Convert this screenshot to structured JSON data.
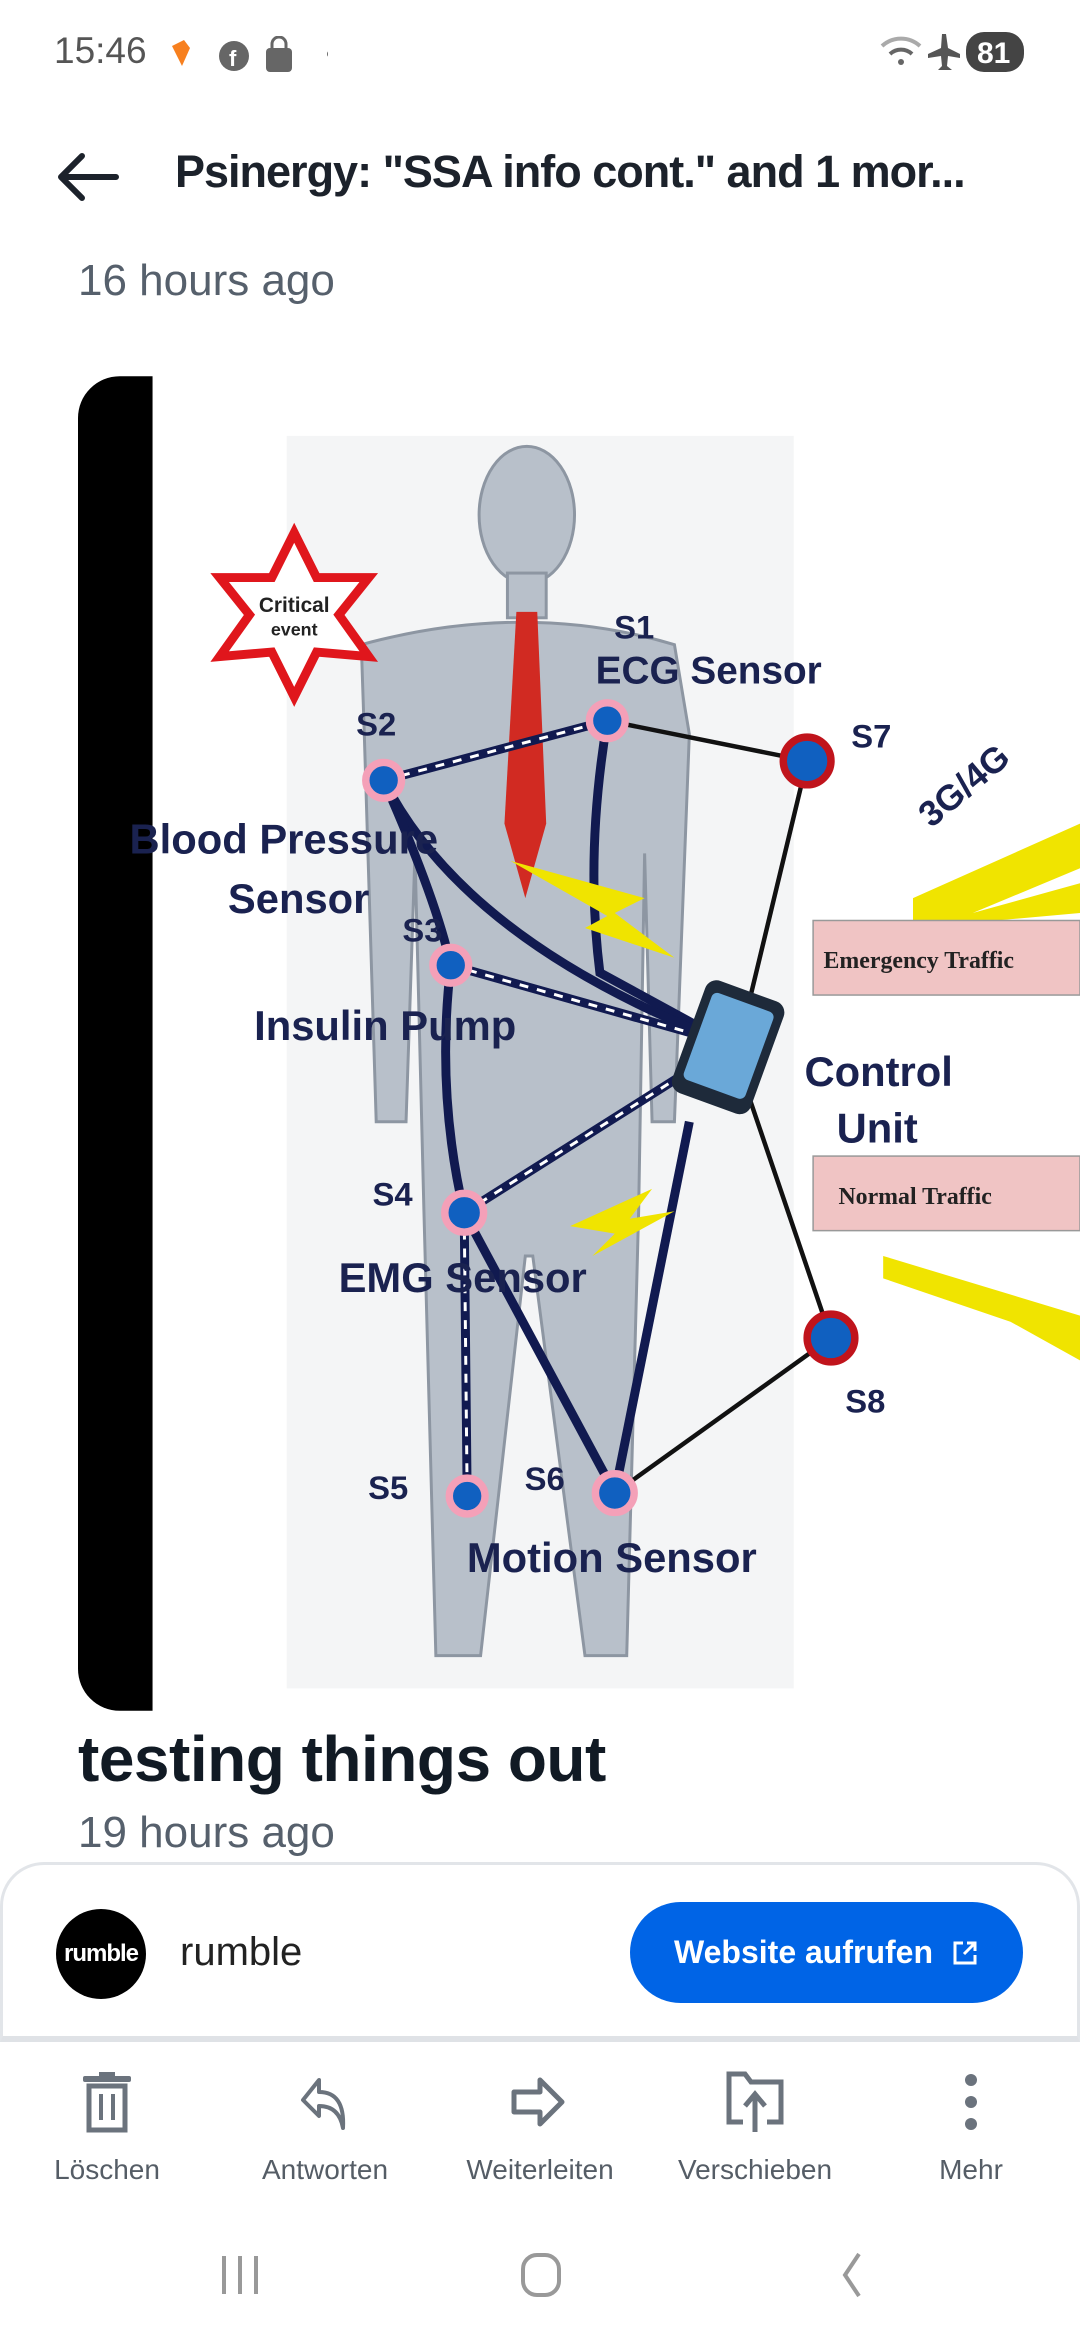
{
  "status_bar": {
    "time": "15:46",
    "battery": "81",
    "icons": [
      "tinder-icon",
      "facebook-icon",
      "shopping-bag-icon",
      "dot-icon",
      "wifi-icon",
      "airplane-icon",
      "battery-icon"
    ]
  },
  "header": {
    "title": "Psinergy: \"SSA info cont.\" and 1 mor..."
  },
  "previous_post": {
    "time": "16 hours ago"
  },
  "image_labels": {
    "critical": "Critical",
    "event": "event",
    "s1": "S1",
    "ecg": "ECG Sensor",
    "s2": "S2",
    "bp1": "Blood Pressure",
    "bp2": "Sensor",
    "s3": "S3",
    "insulin": "Insulin Pump",
    "s4": "S4",
    "emg": "EMG Sensor",
    "s5": "S5",
    "s6": "S6",
    "motion": "Motion Sensor",
    "s7": "S7",
    "s8": "S8",
    "net": "3G/4G",
    "emergency": "Emergency Traffic",
    "control1": "Control",
    "control2": "Unit",
    "normal": "Normal Traffic"
  },
  "post": {
    "title": "testing things out",
    "time": "19 hours ago"
  },
  "sender_card": {
    "logo_text": "rumble",
    "name": "rumble",
    "button_label": "Website aufrufen"
  },
  "actions": [
    {
      "label": "Löschen"
    },
    {
      "label": "Antworten"
    },
    {
      "label": "Weiterleiten"
    },
    {
      "label": "Verschieben"
    },
    {
      "label": "Mehr"
    }
  ],
  "colors": {
    "accent": "#0064e6"
  }
}
